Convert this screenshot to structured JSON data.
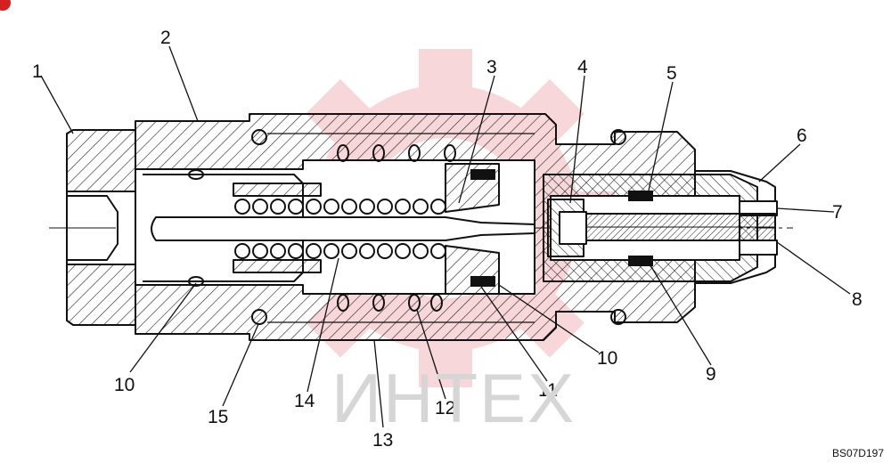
{
  "callouts": [
    "1",
    "2",
    "3",
    "4",
    "5",
    "6",
    "7",
    "8",
    "9",
    "10",
    "11",
    "12",
    "13",
    "14",
    "15"
  ],
  "callout_10_repeat": "10",
  "drawing_code": "BS07D197",
  "watermark_text": "ИНТЕХ",
  "colors": {
    "line": "#111111",
    "watermark": "#f2b8bb",
    "watermark_text": "#d6d6d6",
    "badge": "#d32020"
  }
}
